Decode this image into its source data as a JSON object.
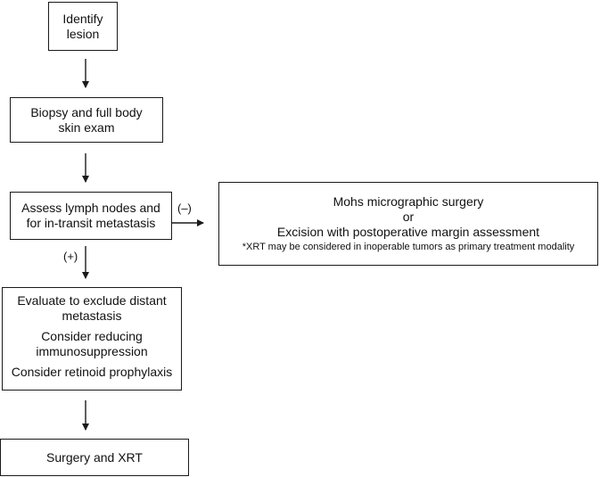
{
  "nodes": {
    "identify": {
      "line1": "Identify",
      "line2": "lesion"
    },
    "biopsy": {
      "line1": "Biopsy and full body",
      "line2": "skin exam"
    },
    "assess": {
      "line1": "Assess lymph nodes and",
      "line2": "for in-transit metastasis"
    },
    "mohs": {
      "line1": "Mohs micrographic surgery",
      "line2": "or",
      "line3": "Excision with postoperative margin assessment",
      "note": "*XRT may be considered in inoperable tumors as primary treatment modality"
    },
    "evaluate": {
      "line1": "Evaluate to exclude distant",
      "line2": "metastasis",
      "line3": "Consider reducing",
      "line4": "immunosuppression",
      "line5": "Consider retinoid prophylaxis"
    },
    "surgery": {
      "line1": "Surgery and XRT"
    }
  },
  "edges": {
    "negative": "(–)",
    "positive": "(+)"
  }
}
